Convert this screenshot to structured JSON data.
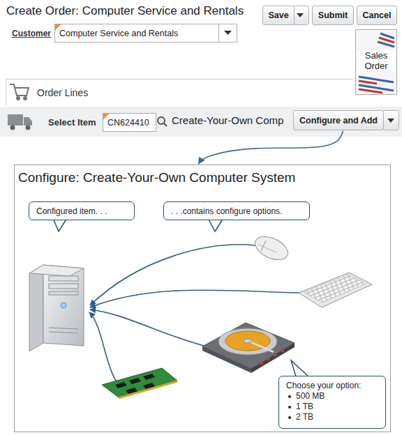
{
  "diagram": {
    "title": "Create Order: Computer Service and Rentals",
    "nodes": [
      {
        "text": [
          "Save"
        ]
      },
      {
        "text": [
          "Submit"
        ]
      },
      {
        "text": [
          "Cancel"
        ]
      },
      {
        "text": [
          "Computer Service and Rentals"
        ]
      },
      {
        "text": [
          "Sales Order"
        ]
      },
      {
        "text": [
          "Order Lines"
        ]
      },
      {
        "text": [
          "CN624410"
        ]
      },
      {
        "text": [
          "Configure and Add"
        ]
      },
      {
        "text": [
          "Configure: Create-Your-Own Computer System"
        ]
      },
      {
        "text": [
          "Configured item. . ."
        ],
        "in": 8
      },
      {
        "text": [
          ". . .contains configure options."
        ],
        "in": 8
      },
      {
        "text": [
          "Choose your option:",
          "500 MB",
          "1 TB",
          "2 TB"
        ],
        "in": 8
      }
    ],
    "edges": [
      {
        "from": 7,
        "to": 8,
        "arrow": "to"
      }
    ],
    "labels": [
      "Customer",
      "Select Item",
      "Create-Your-Own Comp"
    ]
  }
}
